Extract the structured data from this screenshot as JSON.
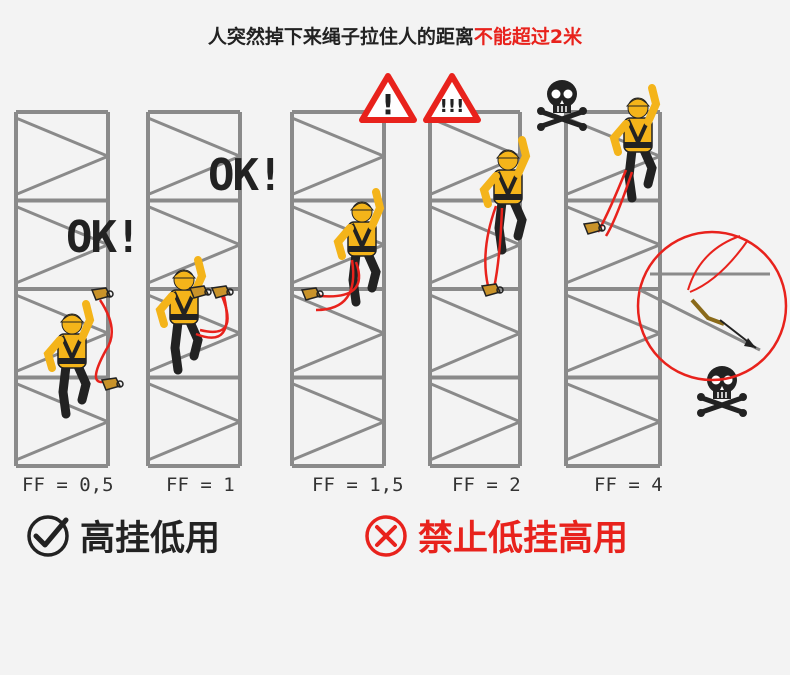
{
  "title": {
    "main": "人突然掉下来绳子拉住人的距离",
    "warning": "不能超过2米"
  },
  "panels": [
    {
      "ff_label": "FF = 0,5"
    },
    {
      "ff_label": "FF = 1"
    },
    {
      "ff_label": "FF = 1,5"
    },
    {
      "ff_label": "FF = 2"
    },
    {
      "ff_label": "FF = 4"
    }
  ],
  "callouts": {
    "ok_1": "OK!",
    "ok_2": "OK!",
    "warn_1": "!",
    "warn_2": "!!!"
  },
  "bottom": {
    "good": "高挂低用",
    "bad": "禁止低挂高用"
  },
  "colors": {
    "accent_red": "#e8221c",
    "harness_yellow": "#f4b41a",
    "frame_gray": "#8a8a8a",
    "text_dark": "#222222"
  }
}
